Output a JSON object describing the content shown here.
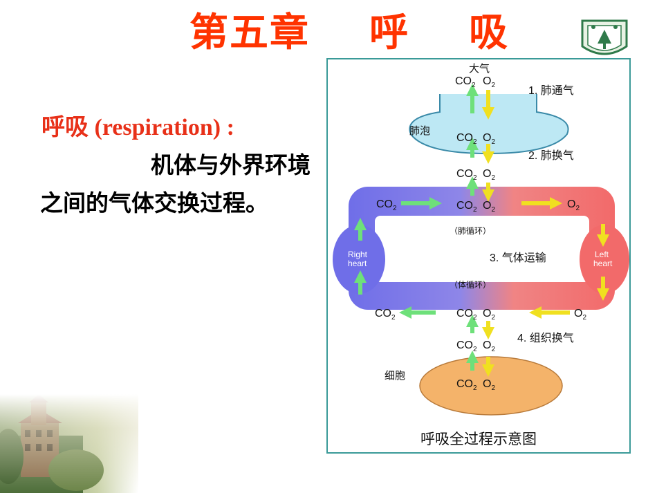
{
  "slide": {
    "title": "第五章    呼    吸",
    "definition_term": "呼吸 (respiration) :",
    "definition_line1": "机体与外界环境",
    "definition_line2": "之间的气体交换过程。"
  },
  "diagram": {
    "caption": "呼吸全过程示意图",
    "atmosphere": "大气",
    "alveoli": "肺泡",
    "cells": "细胞",
    "co2": "CO",
    "co2_sub": "2",
    "o2": "O",
    "o2_sub": "2",
    "step1": "1. 肺通气",
    "step2": "2. 肺换气",
    "step3": "3. 气体运输",
    "step4": "4. 组织换气",
    "pulmonary_circulation": "（肺循环）",
    "systemic_circulation": "（体循环）",
    "right_heart_1": "Right",
    "right_heart_2": "heart",
    "left_heart_1": "Left",
    "left_heart_2": "heart"
  },
  "colors": {
    "title": "#ff3300",
    "term": "#e83018",
    "venous": "#6f6ee8",
    "arterial": "#f26a6a",
    "alveoli_fill": "#bde8f4",
    "cell_fill": "#f4b36a",
    "up_arrow": "#6ee07a",
    "down_arrow": "#f0e020",
    "frame": "#3a9a98"
  }
}
